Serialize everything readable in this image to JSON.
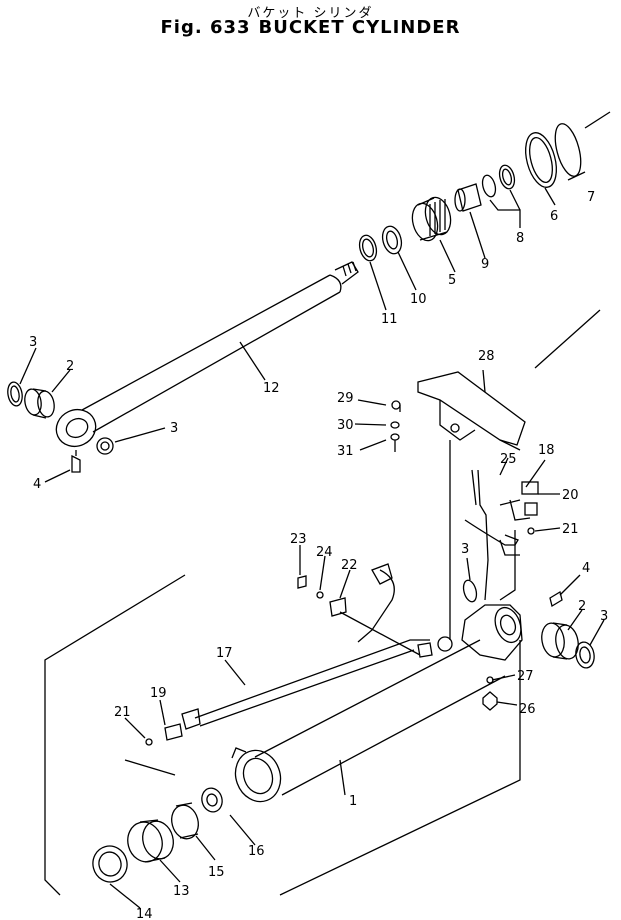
{
  "title": {
    "japanese": "バケット シリンダ",
    "fig_label": "Fig. 633",
    "name": "BUCKET CYLINDER"
  },
  "callouts": [
    "1",
    "2",
    "3",
    "4",
    "5",
    "6",
    "7",
    "8",
    "9",
    "10",
    "11",
    "12",
    "13",
    "14",
    "15",
    "16",
    "17",
    "18",
    "19",
    "20",
    "21",
    "22",
    "23",
    "24",
    "25",
    "26",
    "27",
    "28",
    "29",
    "30",
    "31"
  ],
  "repeated_callouts": {
    "left_2": "2",
    "left_3_top": "3",
    "left_3_bottom": "3",
    "left_4": "4",
    "right_2": "2",
    "right_3": "3",
    "right_3_mid": "3",
    "right_4": "4",
    "right_21": "21",
    "left_21": "21"
  },
  "colors": {
    "line": "#000000",
    "background": "#ffffff"
  }
}
